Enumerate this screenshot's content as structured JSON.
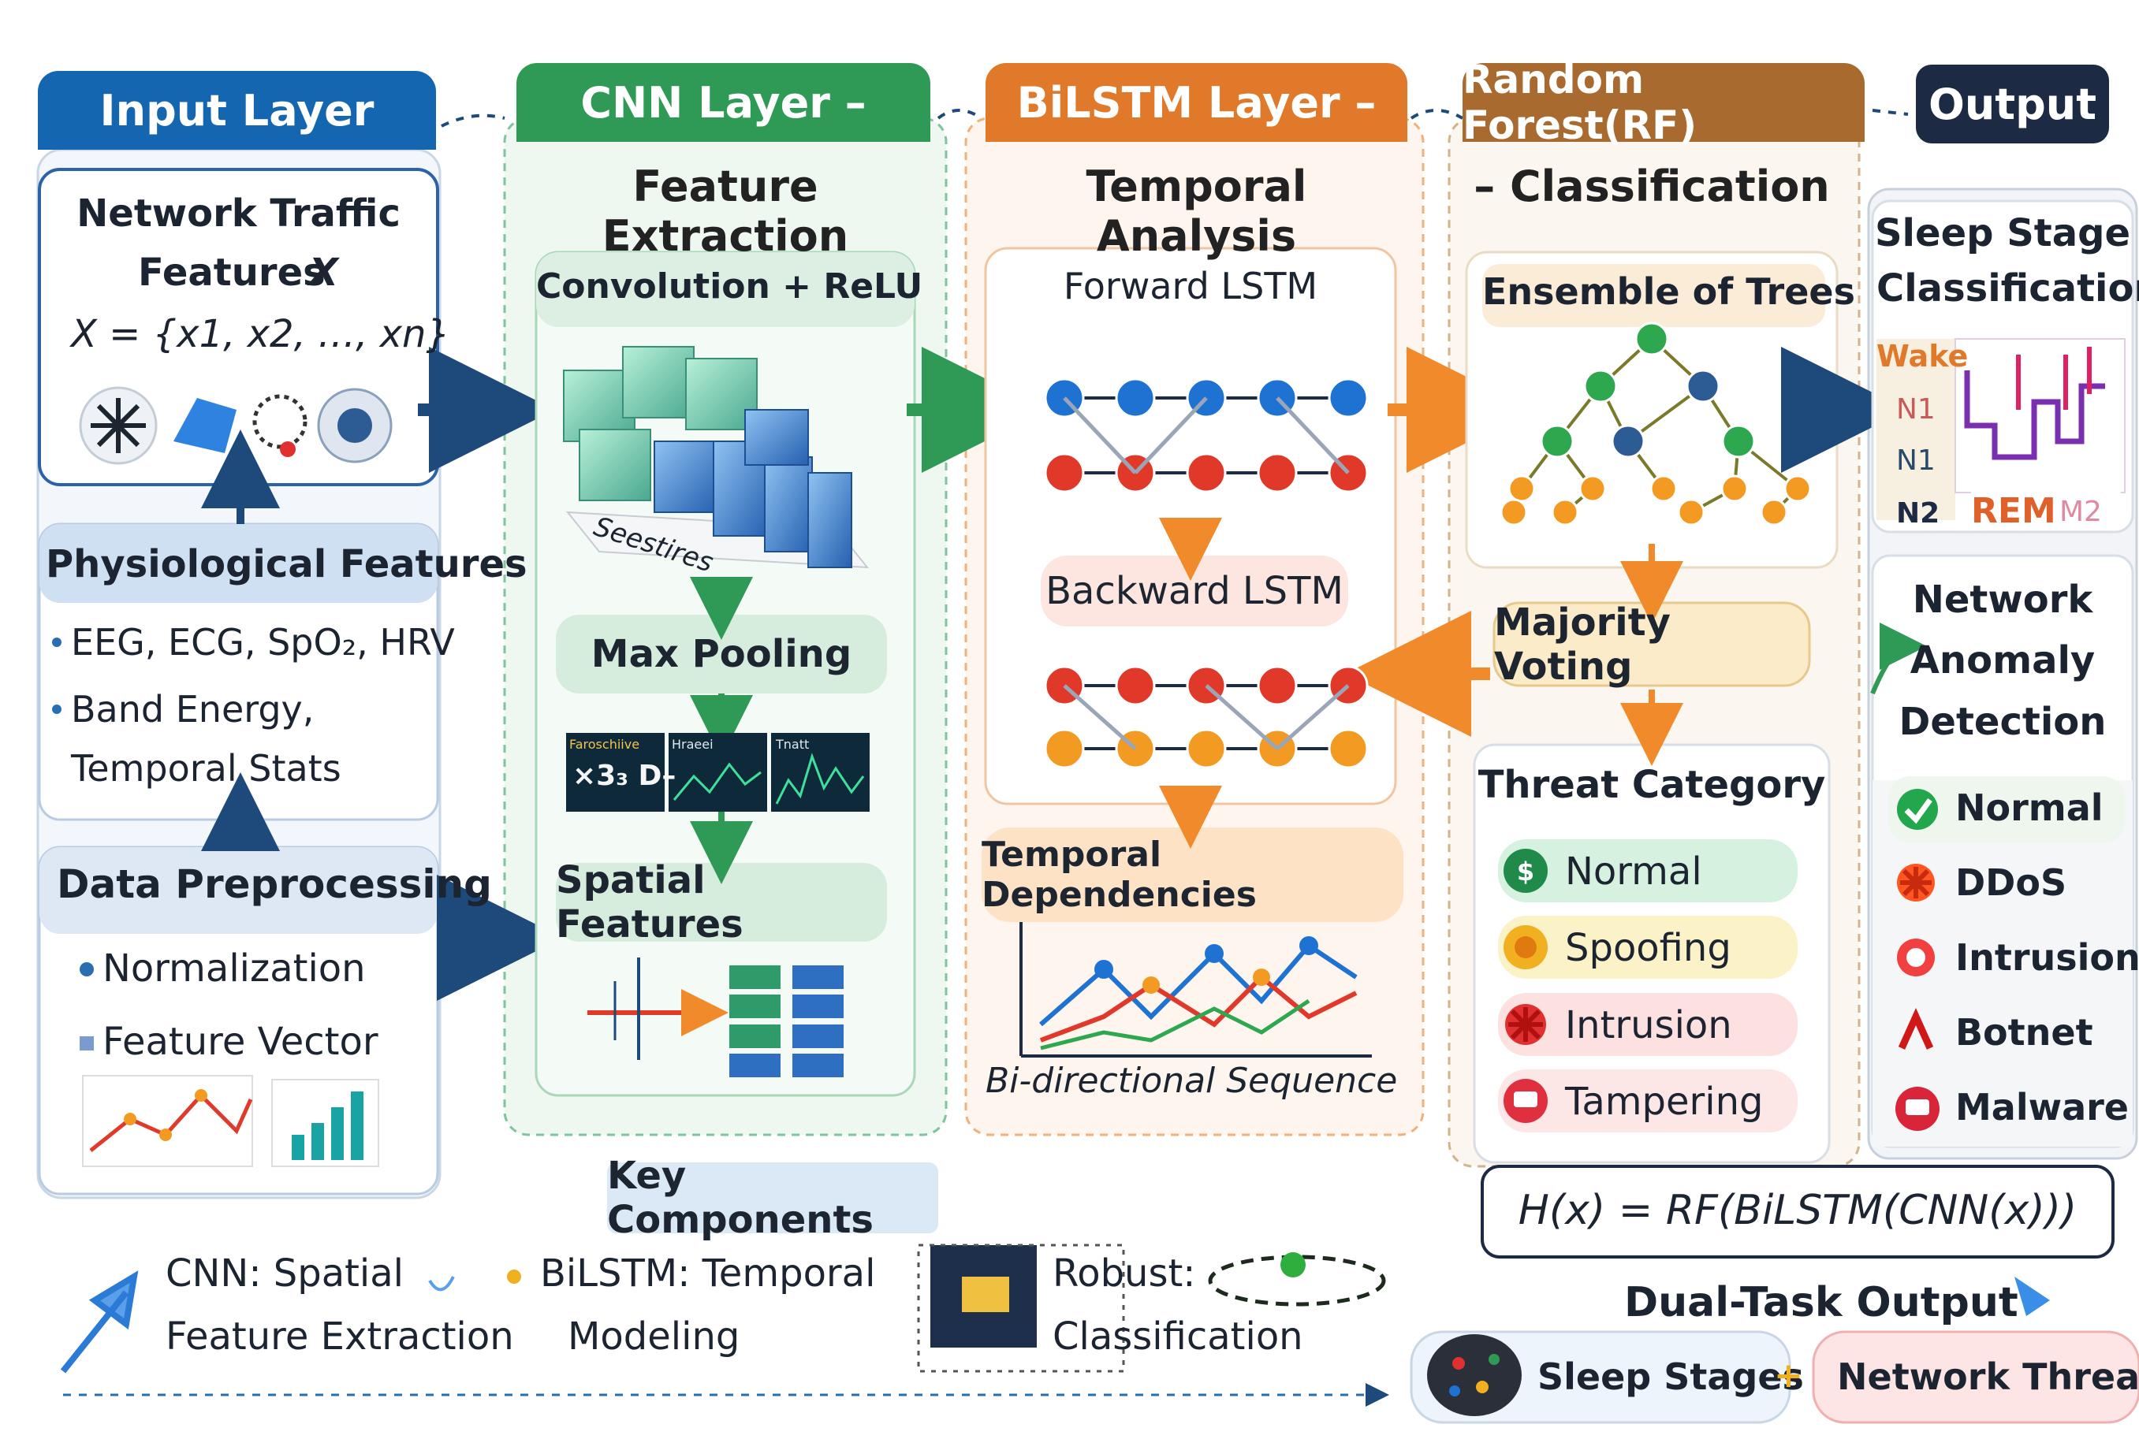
{
  "columns": {
    "input": {
      "title": "Input Layer"
    },
    "cnn": {
      "title": "CNN Layer –",
      "subtitle": "Feature Extraction"
    },
    "bilstm": {
      "title": "BiLSTM Layer –",
      "subtitle": "Temporal Analysis"
    },
    "rf": {
      "title": "Random Forest(RF)",
      "subtitle": "– Classification"
    },
    "output": {
      "title": "Output"
    }
  },
  "input_layer": {
    "network_traffic": {
      "line1": "Network Traffic",
      "line2": "Features",
      "var": "X",
      "formula": "X = {x1, x2, …, xn}"
    },
    "physiological": {
      "title": "Physiological Features",
      "item1": "EEG, ECG, SpO₂, HRV",
      "item2": "Band Energy,",
      "item2b": "Temporal Stats"
    },
    "preprocessing": {
      "title": "Data Preprocessing",
      "item1": "Normalization",
      "item2": "Feature Vector"
    }
  },
  "cnn_layer": {
    "conv": "Convolution + ReLU",
    "tensor_label": "Seestires",
    "pool": "Max Pooling",
    "spatial": "Spatial Features",
    "map_labels": [
      "Faroschiive",
      "Hraeei",
      "Tnatt"
    ],
    "map_text": "×3₃ D–"
  },
  "bilstm_layer": {
    "forward": "Forward LSTM",
    "backward": "Backward LSTM",
    "temporal": "Temporal Dependencies",
    "sequence": "Bi-directional Sequence"
  },
  "rf_layer": {
    "ensemble": "Ensemble of Trees",
    "voting": "Majority Voting",
    "threat_title": "Threat Category",
    "threats": [
      "Normal",
      "Spoofing",
      "Intrusion",
      "Tampering"
    ]
  },
  "output_layer": {
    "sleep_title1": "Sleep Stage",
    "sleep_title2": "Classification",
    "stages": [
      "Wake",
      "N1",
      "N1",
      "N2",
      "REM",
      "M2"
    ],
    "anomaly_title1": "Network",
    "anomaly_title2": "Anomaly",
    "anomaly_title3": "Detection",
    "anomalies": [
      "Normal",
      "DDoS",
      "Intrusion",
      "Botnet",
      "Malware"
    ]
  },
  "key_components": {
    "title": "Key Components",
    "cnn1": "CNN: Spatial",
    "cnn2": "Feature Extraction",
    "bilstm1": "BiLSTM: Temporal",
    "bilstm2": "Modeling",
    "robust1": "Robust:",
    "robust2": "Classification"
  },
  "formula": "H(x) = RF(BiLSTM(CNN(x)))",
  "dual_task": {
    "title": "Dual-Task Output",
    "sleep": "Sleep Stages",
    "plus": "+",
    "network": "Network Threats"
  },
  "colors": {
    "input": "#1566b0",
    "cnn": "#2f9a55",
    "bilstm": "#e07a2a",
    "rf": "#a86a2e",
    "output": "#1d2a44",
    "blue_node": "#1e73d2",
    "red_node": "#e0392a",
    "orange_node": "#f29a22",
    "green_node": "#2ea84e"
  }
}
